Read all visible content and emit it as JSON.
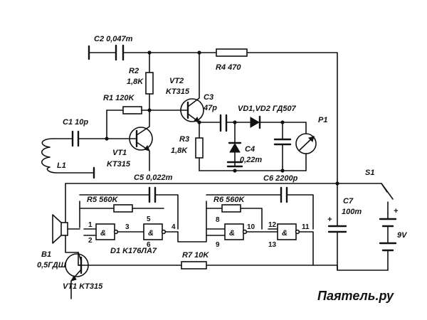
{
  "labels": {
    "c2": "C2 0,047m",
    "r4": "R4 470",
    "r2_name": "R2",
    "r2_val": "1,8K",
    "vt2_name": "VT2",
    "vt2_type": "KT315",
    "c3_name": "C3",
    "c3_val": "47p",
    "r1": "R1 120K",
    "vd": "VD1,VD2 ГД507",
    "p1": "P1",
    "c1": "C1 10p",
    "r3_name": "R3",
    "r3_val": "1,8K",
    "vt1_name": "VT1",
    "vt1_type": "KT315",
    "c4_name": "C4",
    "c4_val": "0,22m",
    "l1": "L1",
    "c5": "C5 0,022m",
    "c6": "C6 2200p",
    "s1": "S1",
    "r5": "R5 560K",
    "r6": "R6 560K",
    "c7_name": "C7",
    "c7_val": "100m",
    "d1": "D1 K176ЛА7",
    "battery_plus": "+",
    "battery_voltage": "9V",
    "b1_name": "B1",
    "b1_val": "0,5ГДШ",
    "r7": "R7 10K",
    "vt_out_type": "VT1 KT315",
    "c7_plus": "+"
  },
  "pins": [
    "1",
    "2",
    "3",
    "5",
    "6",
    "4",
    "8",
    "9",
    "10",
    "12",
    "13",
    "11"
  ],
  "gate_symbols": [
    "&",
    "&",
    "&",
    "&"
  ],
  "watermark": "Паятель.ру"
}
